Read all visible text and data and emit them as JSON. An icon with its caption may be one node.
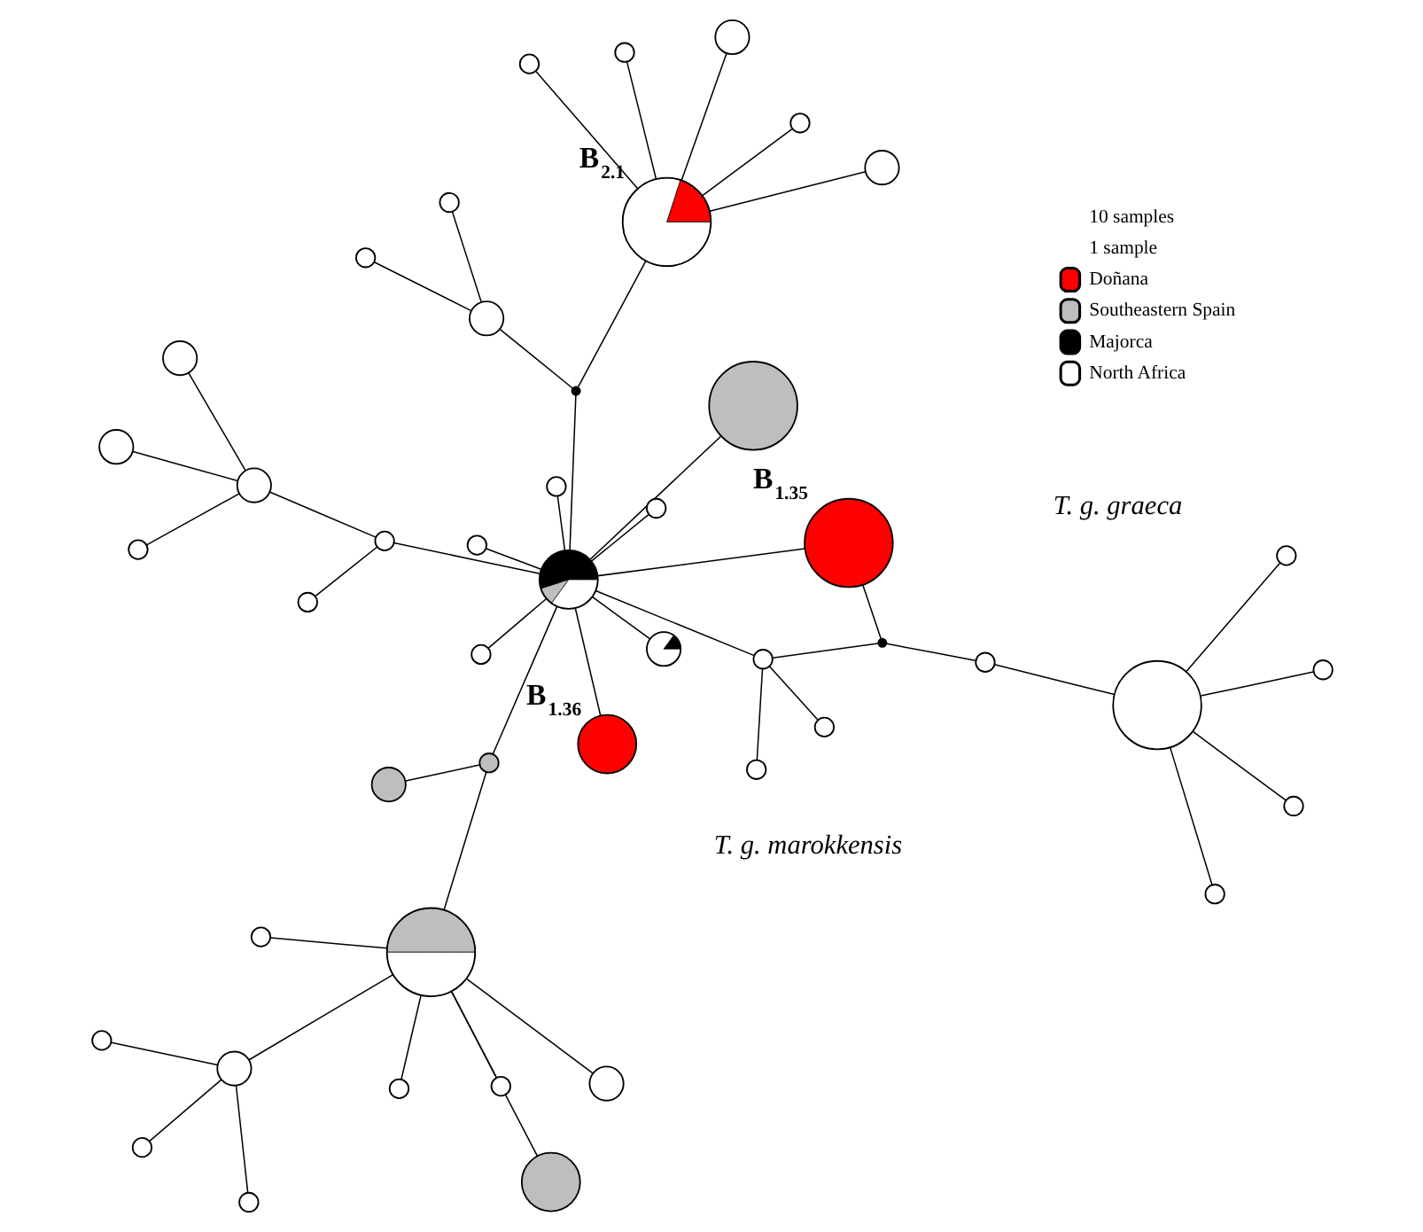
{
  "diagram": {
    "nodes": [
      {
        "text": [],
        "shape": "circle"
      },
      {
        "text": [],
        "shape": "circle"
      },
      {
        "text": [],
        "shape": "circle"
      },
      {
        "text": [],
        "shape": "circle"
      },
      {
        "text": [],
        "shape": "circle"
      },
      {
        "text": [],
        "shape": "circle"
      },
      {
        "text": [],
        "shape": "circle"
      },
      {
        "text": [],
        "shape": "circle"
      },
      {
        "text": [],
        "shape": "circle"
      },
      {
        "text": [],
        "shape": "circle"
      },
      {
        "text": [],
        "shape": "circle"
      },
      {
        "text": [],
        "shape": "circle"
      },
      {
        "text": [],
        "shape": "circle"
      },
      {
        "text": [],
        "shape": "circle"
      },
      {
        "text": [],
        "shape": "circle"
      },
      {
        "text": [],
        "shape": "circle"
      },
      {
        "text": [],
        "shape": "circle"
      },
      {
        "text": [],
        "shape": "circle"
      },
      {
        "text": [],
        "shape": "circle"
      },
      {
        "text": [],
        "shape": "circle"
      },
      {
        "text": [],
        "shape": "circle"
      },
      {
        "text": [],
        "shape": "circle"
      },
      {
        "text": [],
        "shape": "circle"
      },
      {
        "text": [],
        "shape": "circle"
      },
      {
        "text": [],
        "shape": "circle"
      },
      {
        "text": [],
        "shape": "circle",
        "beside": [
          "B$_{1.36}$"
        ]
      },
      {
        "text": [],
        "shape": "circle",
        "beside": [
          "B$_{1.35}$"
        ]
      },
      {
        "text": [],
        "shape": "circle"
      },
      {
        "text": [],
        "shape": "circle"
      },
      {
        "text": [],
        "shape": "circle"
      },
      {
        "text": [],
        "shape": "circle"
      },
      {
        "text": [],
        "shape": "circle"
      },
      {
        "text": [],
        "shape": "circle"
      },
      {
        "text": [],
        "shape": "circle"
      },
      {
        "text": [],
        "shape": "circle"
      },
      {
        "text": [],
        "shape": "circle"
      },
      {
        "text": [],
        "shape": "circle"
      },
      {
        "text": [],
        "shape": "circle"
      },
      {
        "text": [],
        "shape": "circle"
      },
      {
        "text": [],
        "shape": "circle"
      },
      {
        "text": [],
        "shape": "circle"
      },
      {
        "text": [],
        "shape": "circle",
        "beside": [
          "B$_{2.1}$"
        ]
      },
      {
        "text": [],
        "shape": "circle"
      },
      {
        "text": [],
        "shape": "circle"
      },
      {
        "text": [],
        "shape": "circle"
      },
      {
        "text": [],
        "shape": "circle"
      },
      {
        "text": [],
        "shape": "circle"
      }
    ],
    "edges": [
      {
        "from": 3,
        "to": 0,
        "arrow": "none"
      },
      {
        "from": 3,
        "to": 1,
        "arrow": "none"
      },
      {
        "from": 3,
        "to": 2,
        "arrow": "none"
      },
      {
        "from": 3,
        "to": 6,
        "arrow": "none"
      },
      {
        "from": 4,
        "to": 6,
        "arrow": "none"
      },
      {
        "from": 5,
        "to": 6,
        "arrow": "none"
      },
      {
        "from": 7,
        "to": 6,
        "arrow": "none"
      },
      {
        "from": 8,
        "to": 6,
        "arrow": "none"
      },
      {
        "from": 9,
        "to": 6,
        "arrow": "none"
      },
      {
        "from": 6,
        "to": 11,
        "arrow": "none"
      },
      {
        "from": 10,
        "to": 11,
        "arrow": "none"
      },
      {
        "from": 11,
        "to": 14,
        "arrow": "none"
      },
      {
        "from": 12,
        "to": 14,
        "arrow": "none"
      },
      {
        "from": 13,
        "to": 14,
        "arrow": "none"
      },
      {
        "from": 18,
        "to": 15,
        "arrow": "none"
      },
      {
        "from": 18,
        "to": 16,
        "arrow": "none"
      },
      {
        "from": 18,
        "to": 17,
        "arrow": "none"
      },
      {
        "from": 18,
        "to": 19,
        "arrow": "none"
      },
      {
        "from": 19,
        "to": 20,
        "arrow": "none"
      },
      {
        "from": 19,
        "to": 14,
        "arrow": "none"
      },
      {
        "from": 21,
        "to": 14,
        "arrow": "none"
      },
      {
        "from": 22,
        "to": 14,
        "arrow": "none"
      },
      {
        "from": 23,
        "to": 14,
        "arrow": "none"
      },
      {
        "from": 24,
        "to": 14,
        "arrow": "none"
      },
      {
        "from": 25,
        "to": 14,
        "arrow": "none"
      },
      {
        "from": 26,
        "to": 14,
        "arrow": "none"
      },
      {
        "from": 27,
        "to": 14,
        "arrow": "none"
      },
      {
        "from": 27,
        "to": 28,
        "arrow": "none"
      },
      {
        "from": 27,
        "to": 29,
        "arrow": "none"
      },
      {
        "from": 27,
        "to": 30,
        "arrow": "none"
      },
      {
        "from": 26,
        "to": 30,
        "arrow": "none"
      },
      {
        "from": 30,
        "to": 31,
        "arrow": "none"
      },
      {
        "from": 31,
        "to": 32,
        "arrow": "none"
      },
      {
        "from": 32,
        "to": 33,
        "arrow": "none"
      },
      {
        "from": 32,
        "to": 34,
        "arrow": "none"
      },
      {
        "from": 32,
        "to": 35,
        "arrow": "none"
      },
      {
        "from": 32,
        "to": 36,
        "arrow": "none"
      },
      {
        "from": 14,
        "to": 40,
        "arrow": "none"
      },
      {
        "from": 40,
        "to": 39,
        "arrow": "none"
      },
      {
        "from": 39,
        "to": 37,
        "arrow": "none"
      },
      {
        "from": 39,
        "to": 38,
        "arrow": "none"
      },
      {
        "from": 40,
        "to": 41,
        "arrow": "none"
      },
      {
        "from": 41,
        "to": 42,
        "arrow": "none"
      },
      {
        "from": 41,
        "to": 43,
        "arrow": "none"
      },
      {
        "from": 41,
        "to": 44,
        "arrow": "none"
      },
      {
        "from": 41,
        "to": 45,
        "arrow": "none"
      },
      {
        "from": 41,
        "to": 46,
        "arrow": "none"
      }
    ],
    "labels": [
      "T. g. marokkensis",
      "T. g. graeca"
    ],
    "legend": [
      {
        "text": "10 samples"
      },
      {
        "text": "1 sample"
      },
      {
        "text": "Doñana",
        "color": "#ff0000"
      },
      {
        "text": "Southeastern Spain",
        "color": "#bebebe"
      },
      {
        "text": "Majorca",
        "color": "#000000"
      },
      {
        "text": "North Africa",
        "color": "#ffffff"
      }
    ]
  }
}
